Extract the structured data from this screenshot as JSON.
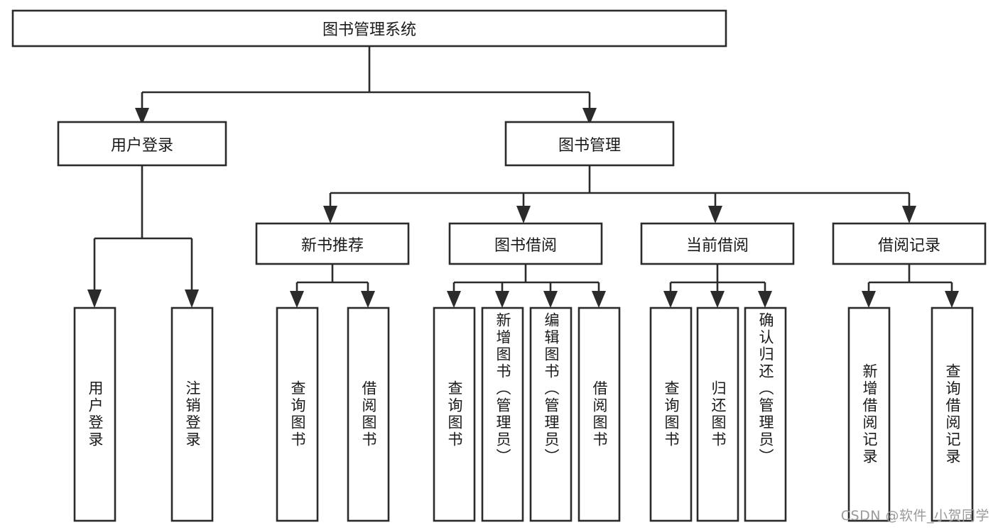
{
  "diagram": {
    "title": "图书管理系统",
    "type": "tree-hierarchy",
    "watermark": "CSDN @软件_小贺同学",
    "root": {
      "id": "root",
      "label": "图书管理系统",
      "orientation": "horizontal"
    },
    "level2": [
      {
        "id": "user-login",
        "label": "用户登录",
        "orientation": "horizontal"
      },
      {
        "id": "book-mgmt",
        "label": "图书管理",
        "orientation": "horizontal"
      }
    ],
    "level3": [
      {
        "id": "new-book-rec",
        "label": "新书推荐",
        "parent": "book-mgmt",
        "orientation": "horizontal"
      },
      {
        "id": "book-borrow",
        "label": "图书借阅",
        "parent": "book-mgmt",
        "orientation": "horizontal"
      },
      {
        "id": "current-borrow",
        "label": "当前借阅",
        "parent": "book-mgmt",
        "orientation": "horizontal"
      },
      {
        "id": "borrow-record",
        "label": "借阅记录",
        "parent": "book-mgmt",
        "orientation": "horizontal"
      }
    ],
    "leaves": [
      {
        "id": "leaf-user-login",
        "label": "用户登录",
        "parent": "user-login",
        "orientation": "vertical"
      },
      {
        "id": "leaf-logout",
        "label": "注销登录",
        "parent": "user-login",
        "orientation": "vertical"
      },
      {
        "id": "leaf-query-book-1",
        "label": "查询图书",
        "parent": "new-book-rec",
        "orientation": "vertical"
      },
      {
        "id": "leaf-borrow-book-1",
        "label": "借阅图书",
        "parent": "new-book-rec",
        "orientation": "vertical"
      },
      {
        "id": "leaf-query-book-2",
        "label": "查询图书",
        "parent": "book-borrow",
        "orientation": "vertical"
      },
      {
        "id": "leaf-add-book",
        "label": "新增图书（管理员）",
        "parent": "book-borrow",
        "orientation": "vertical"
      },
      {
        "id": "leaf-edit-book",
        "label": "编辑图书（管理员）",
        "parent": "book-borrow",
        "orientation": "vertical"
      },
      {
        "id": "leaf-borrow-book-2",
        "label": "借阅图书",
        "parent": "book-borrow",
        "orientation": "vertical"
      },
      {
        "id": "leaf-query-book-3",
        "label": "查询图书",
        "parent": "current-borrow",
        "orientation": "vertical"
      },
      {
        "id": "leaf-return-book",
        "label": "归还图书",
        "parent": "current-borrow",
        "orientation": "vertical"
      },
      {
        "id": "leaf-confirm-return",
        "label": "确认归还（管理员）",
        "parent": "current-borrow",
        "orientation": "vertical"
      },
      {
        "id": "leaf-add-record",
        "label": "新增借阅记录",
        "parent": "borrow-record",
        "orientation": "vertical"
      },
      {
        "id": "leaf-query-record",
        "label": "查询借阅记录",
        "parent": "borrow-record",
        "orientation": "vertical"
      }
    ],
    "colors": {
      "stroke": "#2b2b2b",
      "fill": "#ffffff",
      "text": "#1a1a1a",
      "watermark": "#9a9a9a"
    }
  }
}
